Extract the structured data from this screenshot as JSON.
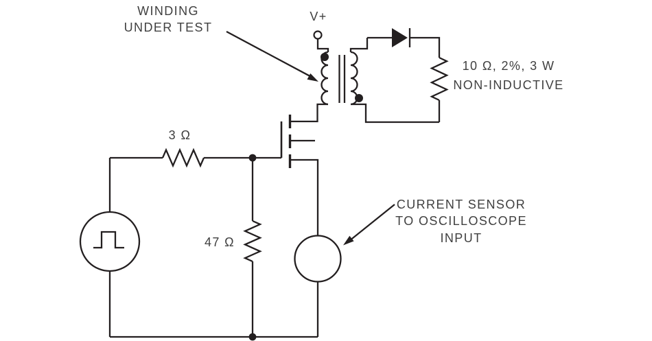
{
  "diagram": {
    "kind": "circuit-schematic",
    "colors": {
      "background": "#ffffff",
      "line": "#231f20",
      "text": "#404040"
    },
    "labels": {
      "winding_under_test": {
        "line1": "WINDING",
        "line2": "UNDER TEST"
      },
      "supply": "V+",
      "load_resistor": {
        "line1": "10 Ω, 2%, 3 W",
        "line2": "NON-INDUCTIVE"
      },
      "series_resistor": "3 Ω",
      "shunt_resistor": "47 Ω",
      "current_sensor": {
        "line1": "CURRENT SENSOR",
        "line2": "TO OSCILLOSCOPE",
        "line3": "INPUT"
      }
    },
    "components": {
      "source": "pulse-generator",
      "switch": "n-channel-mosfet",
      "transformer": "winding-under-test-transformer",
      "rectifier": "diode",
      "sensor": "current-sensor-to-oscilloscope"
    }
  }
}
